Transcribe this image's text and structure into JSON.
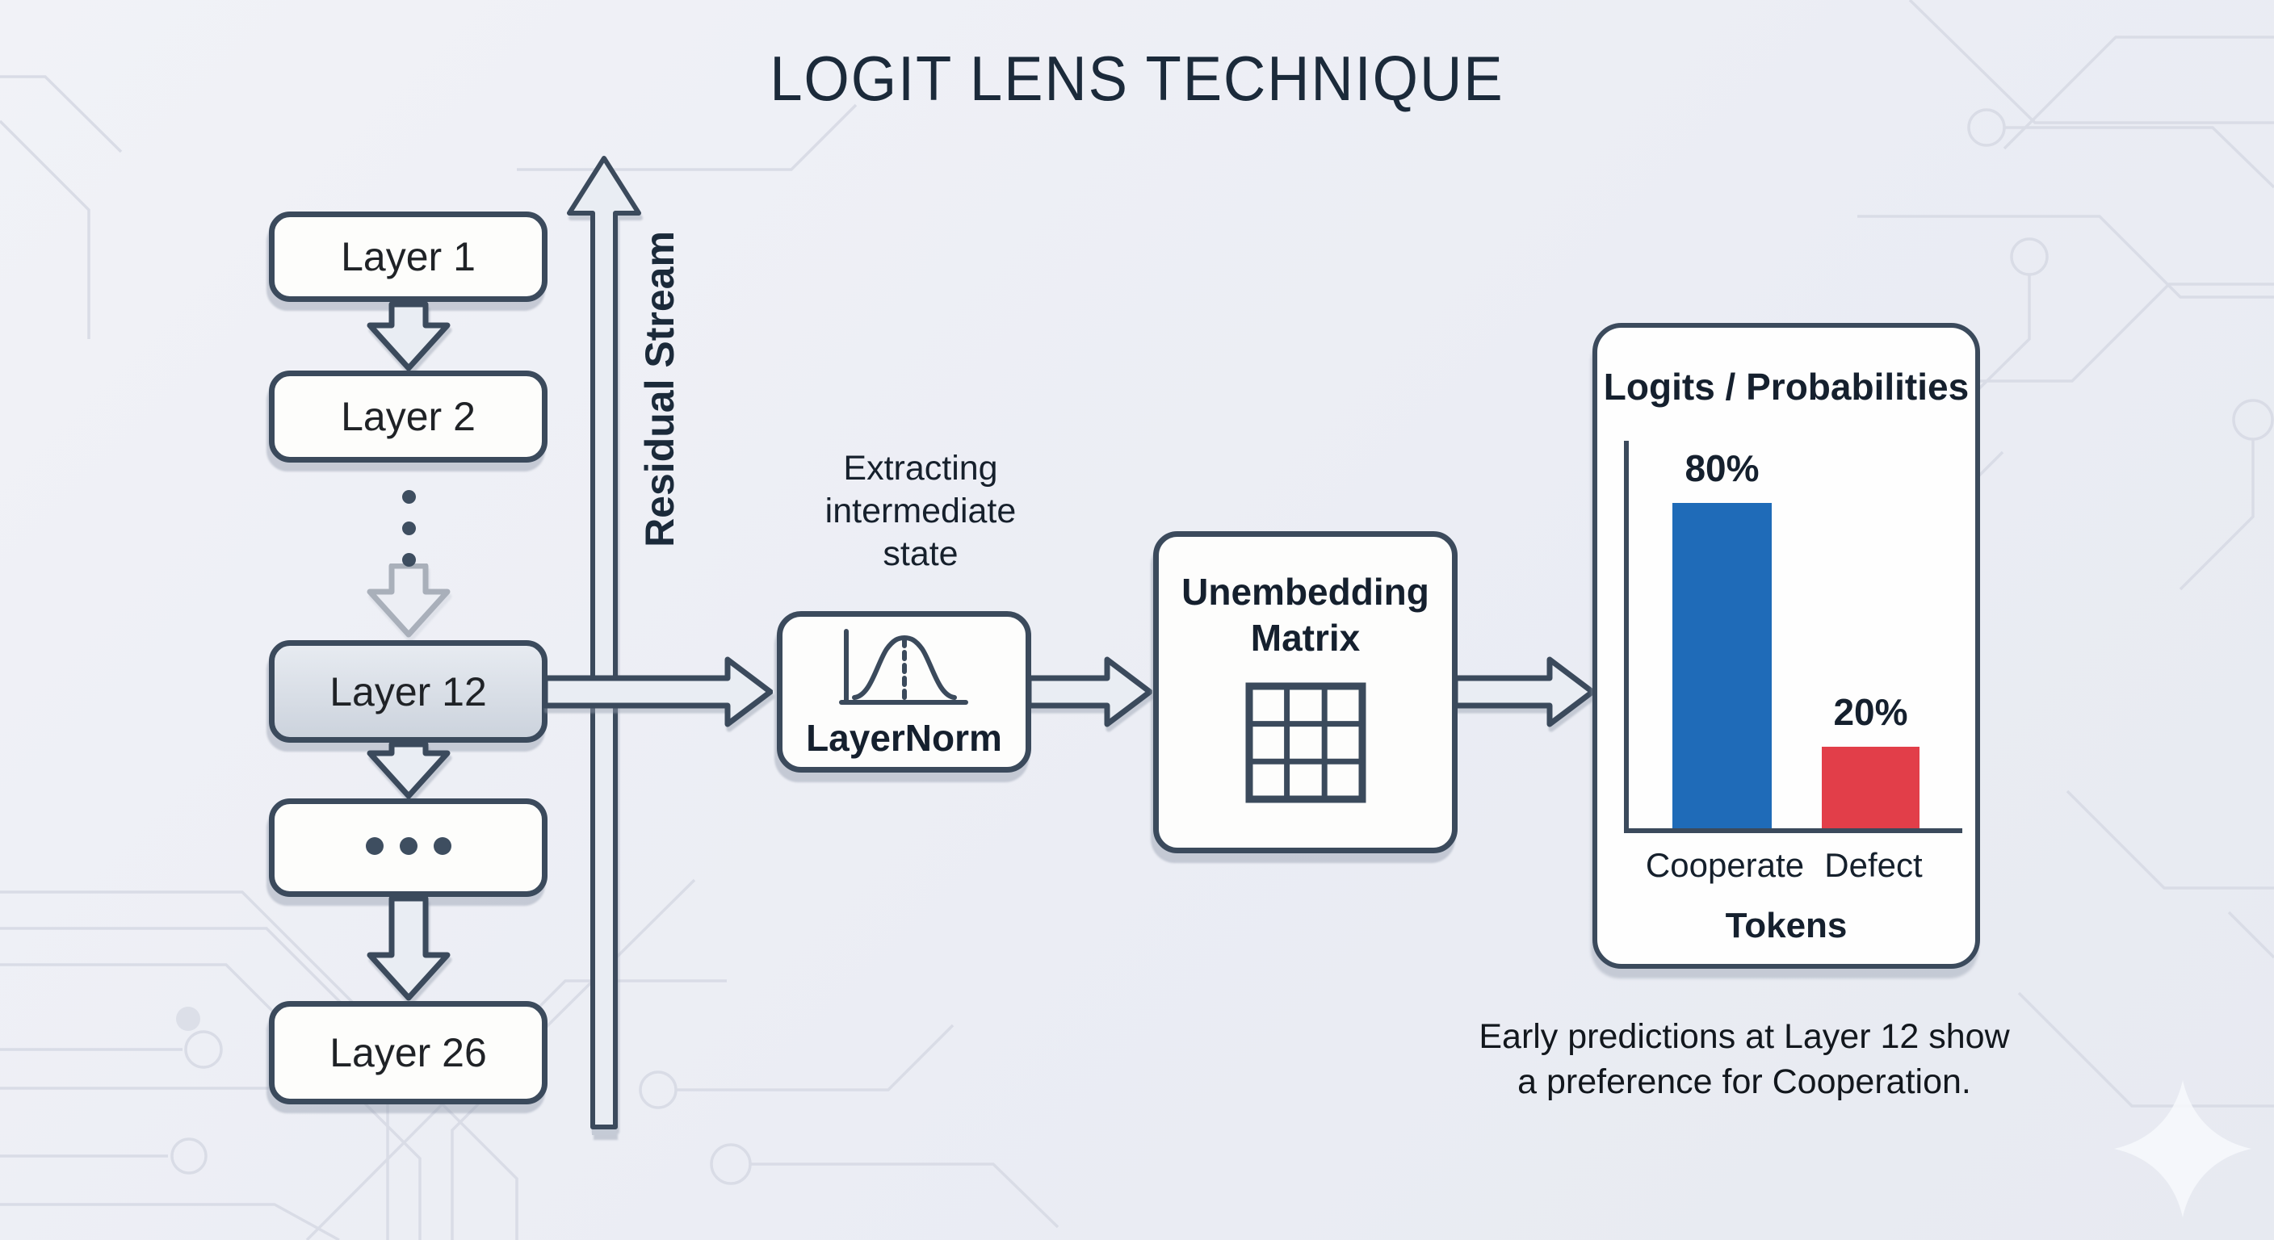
{
  "title": "LOGIT LENS TECHNIQUE",
  "diagram": {
    "layers": [
      {
        "label": "Layer 1"
      },
      {
        "label": "Layer 2"
      },
      {
        "label": "Layer 12",
        "highlighted": true
      },
      {
        "label": "Layer 26"
      }
    ],
    "residual_stream_label": "Residual Stream",
    "extracting_lines": [
      "Extracting",
      "intermediate",
      "state"
    ],
    "layernorm": {
      "label": "LayerNorm"
    },
    "unembedding": {
      "line1": "Unembedding",
      "line2": "Matrix"
    }
  },
  "chart_data": {
    "type": "bar",
    "title": "Logits / Probabilities",
    "categories": [
      "Cooperate",
      "Defect"
    ],
    "values": [
      80,
      20
    ],
    "value_labels": [
      "80%",
      "20%"
    ],
    "bar_colors": [
      "#1f6bb8",
      "#e23e49"
    ],
    "xlabel": "Tokens",
    "ylabel": "",
    "ylim": [
      0,
      100
    ],
    "grid": false,
    "legend": false
  },
  "caption": {
    "line1": "Early predictions at Layer 12 show",
    "line2": "a preference for Cooperation."
  },
  "colors": {
    "background": "#edeff4",
    "outline": "#3b4a5c",
    "box_fill": "#fdfdfb",
    "highlight_fill": "#d5dbe4",
    "arrow_fill": "#e9edf3",
    "title_color": "#1b2a3a",
    "bar_blue": "#1f6bb8",
    "bar_red": "#e23e49",
    "circuit_line": "#d9dce6"
  }
}
